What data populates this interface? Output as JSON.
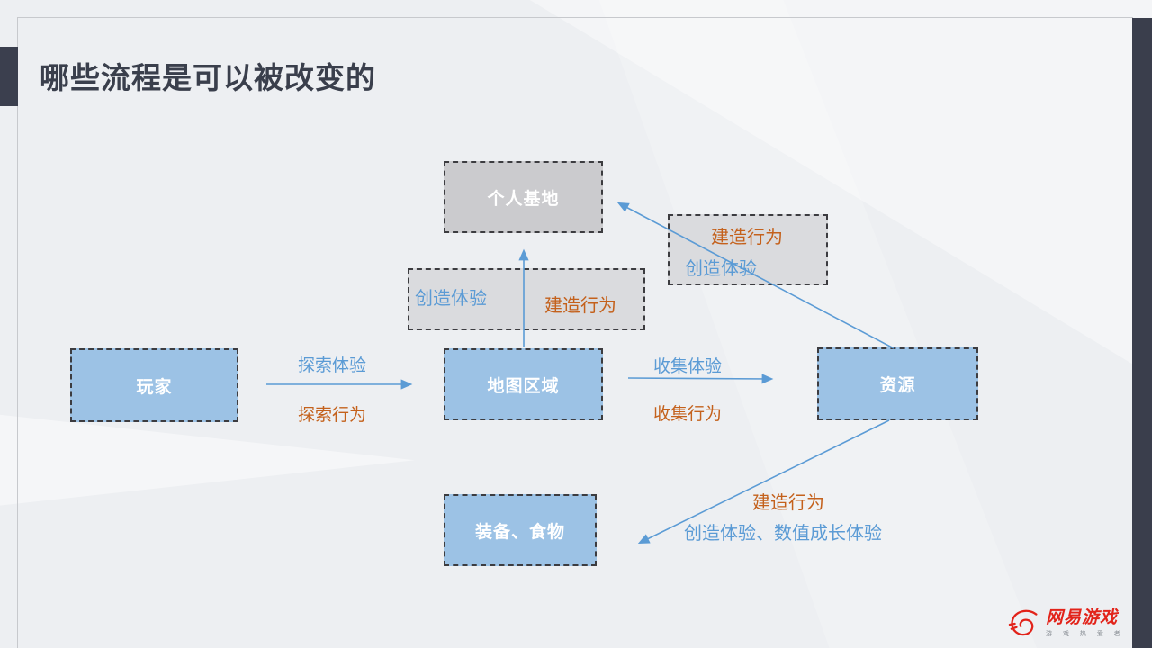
{
  "page": {
    "title": "哪些流程是可以被改变的"
  },
  "diagram": {
    "nodes": [
      {
        "id": "player",
        "label": "玩家",
        "fill": "#9cc2e5"
      },
      {
        "id": "map-area",
        "label": "地图区域",
        "fill": "#9cc2e5"
      },
      {
        "id": "resource",
        "label": "资源",
        "fill": "#9cc2e5"
      },
      {
        "id": "personal-base",
        "label": "个人基地",
        "fill": "#cbcbce"
      },
      {
        "id": "equipment-food",
        "label": "装备、食物",
        "fill": "#9cc2e5"
      }
    ],
    "edges": [
      {
        "from": "玩家",
        "to": "地图区域",
        "experience": "探索体验",
        "behavior": "探索行为"
      },
      {
        "from": "地图区域",
        "to": "资源",
        "experience": "收集体验",
        "behavior": "收集行为"
      },
      {
        "from": "地图区域",
        "to": "个人基地",
        "experience": "创造体验",
        "behavior": "建造行为"
      },
      {
        "from": "资源",
        "to": "个人基地",
        "experience": "创造体验",
        "behavior": "建造行为"
      },
      {
        "from": "资源",
        "to": "装备、食物",
        "experience": "创造体验、数值成长体验",
        "behavior": "建造行为"
      }
    ],
    "colors": {
      "experience_text": "#5b9bd5",
      "behavior_text": "#c4611c",
      "arrow": "#5b9bd5",
      "node_blue": "#9cc2e5",
      "node_gray": "#cbcbce",
      "label_box_fill": "#dadbde",
      "accent_dark": "#3a3e4c"
    }
  },
  "footer": {
    "brand": "网易游戏",
    "tagline": "游 戏 热 爱 者",
    "brand_color": "#e2231a"
  }
}
